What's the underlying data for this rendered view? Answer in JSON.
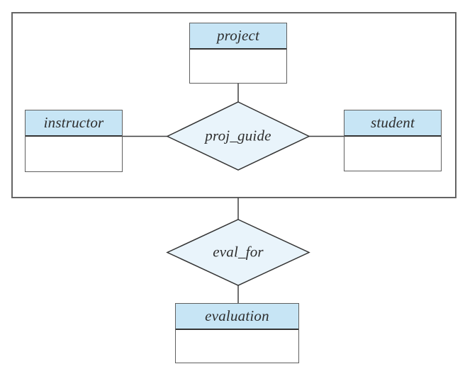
{
  "entities": {
    "project": {
      "label": "project"
    },
    "instructor": {
      "label": "instructor"
    },
    "student": {
      "label": "student"
    },
    "evaluation": {
      "label": "evaluation"
    }
  },
  "relationships": {
    "proj_guide": {
      "label": "proj_guide"
    },
    "eval_for": {
      "label": "eval_for"
    }
  },
  "colors": {
    "entity_header_fill": "#c7e5f5",
    "relationship_fill": "#e9f4fb",
    "entity_border": "#5f5f5f",
    "divider": "#333333",
    "shape_border": "#333333",
    "aggregation_border": "#646464",
    "connector": "#3f3f3f",
    "text": "#2e2e2e"
  }
}
